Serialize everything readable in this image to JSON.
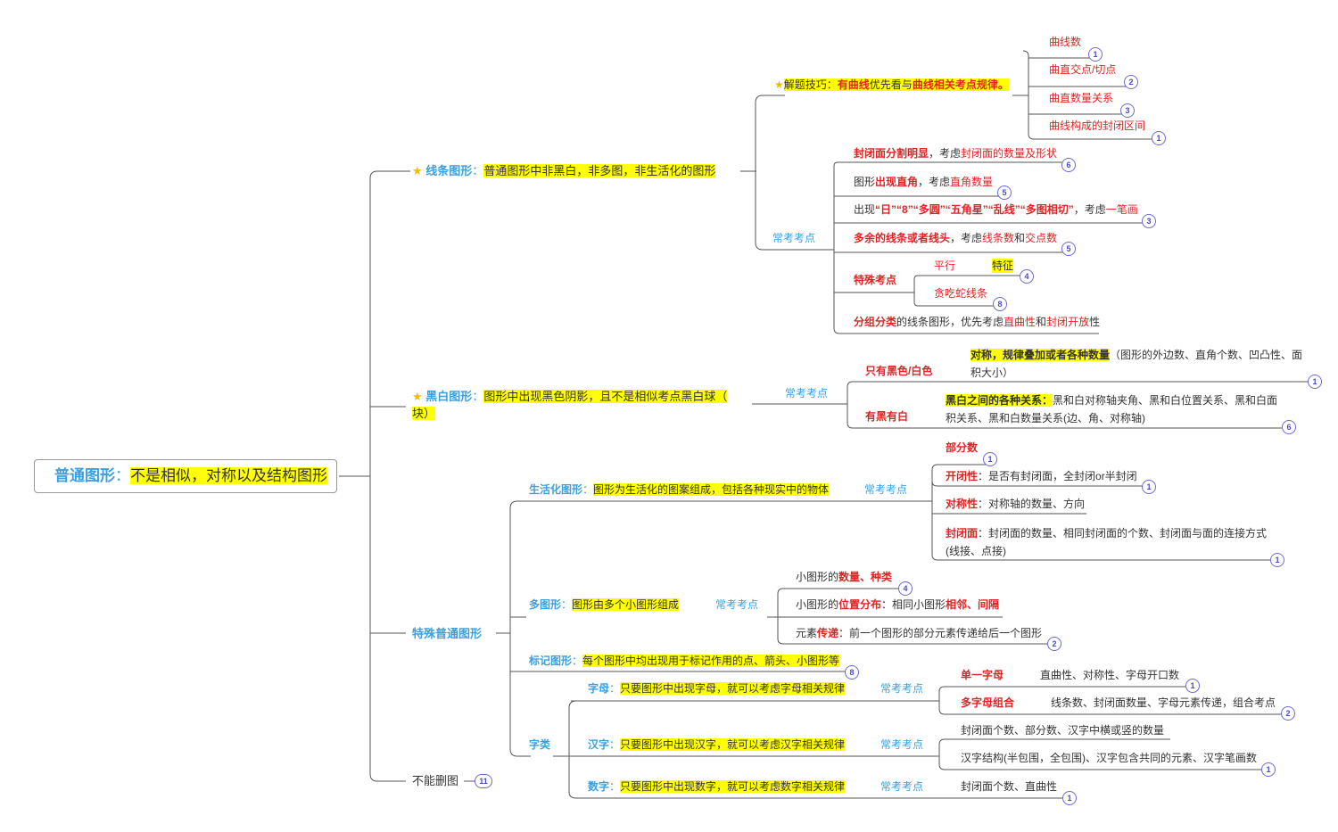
{
  "root": {
    "label": "普通图形",
    "sep": "：",
    "desc": "不是相似，对称以及结构图形"
  },
  "line": {
    "star": "★",
    "label": "线条图形",
    "sep": "：",
    "desc": "普通图形中非黑白，非多图，非生活化的图形",
    "tip": {
      "pre": "解题技巧：",
      "a": "有曲线",
      "b": "优先看与",
      "c": "曲线相关考点规律。"
    },
    "curves": [
      {
        "text": "曲线数",
        "badge": "1"
      },
      {
        "text": "曲直交点/切点",
        "badge": "2"
      },
      {
        "text": "曲直数量关系",
        "badge": "3"
      },
      {
        "text": "曲线构成的封闭区间",
        "badge": "1"
      }
    ],
    "common": "常考考点",
    "points": {
      "p1": {
        "a": "封闭面分割明显",
        "b": "，考虑",
        "c": "封闭面的数量及形状",
        "badge": "6"
      },
      "p2": {
        "a": "图形",
        "b": "出现直角",
        "c": "，考虑",
        "d": "直角数量",
        "badge": "5"
      },
      "p3": {
        "a": "出现",
        "b": "“日”“8”“多圆”“五角星”“乱线”“多图相切”",
        "c": "，考虑",
        "d": "一笔画",
        "badge": "3"
      },
      "p4": {
        "a": "多余的线条或者线头",
        "b": "，考虑",
        "c": "线条数",
        "d": "和",
        "e": "交点数",
        "badge": "5"
      },
      "p5": {
        "label": "特殊考点",
        "a": "平行",
        "b": "特征",
        "badge_b": "4",
        "c": "贪吃蛇线条",
        "badge_c": "8"
      },
      "p6": {
        "a": "分组分类",
        "b": "的线条图形，优先考虑",
        "c": "直曲性",
        "d": "和",
        "e": "封闭开放",
        "f": "性"
      }
    }
  },
  "bw": {
    "star": "★",
    "label": "黑白图形",
    "sep": "：",
    "desc1": "图形中出现黑色阴影，且不是相似考点黑白球（",
    "desc2": "块）",
    "common": "常考考点",
    "only": {
      "label": "只有黑色/白色",
      "hl": "对称，规律叠加或者各种数量",
      "rest1": "（图形的外边数、直角个数、凹凸性、面",
      "rest2": "积大小）",
      "badge": "1"
    },
    "both": {
      "label": "有黑有白",
      "hl": "黑白之间的各种关系：",
      "rest1": "黑和白对称轴夹角、黑和白位置关系、黑和白面",
      "rest2": "积关系、黑和白数量关系(边、角、对称轴)",
      "badge": "6"
    }
  },
  "special": {
    "label": "特殊普通图形",
    "life": {
      "label": "生活化图形",
      "sep": "：",
      "desc": "图形为生活化的图案组成，包括各种现实中的物体",
      "common": "常考考点",
      "parts": {
        "label": "部分数",
        "badge": "1"
      },
      "open": {
        "label": "开闭性",
        "rest": "：是否有封闭面，全封闭or半封闭",
        "badge": "1"
      },
      "sym": {
        "label": "对称性",
        "rest": "：对称轴的数量、方向"
      },
      "closed": {
        "label": "封闭面",
        "rest1": "：封闭面的数量、相同封闭面的个数、封闭面与面的连接方式",
        "rest2": "(线接、点接)",
        "badge": "1"
      }
    },
    "multi": {
      "label": "多图形",
      "sep": "：",
      "desc": "图形由多个小图形组成",
      "common": "常考考点",
      "i1": {
        "a": "小图形的",
        "b": "数量、种类",
        "badge": "4"
      },
      "i2": {
        "a": "小图形的",
        "b": "位置分布",
        "c": "：相同小图形",
        "d": "相邻、间隔"
      },
      "i3": {
        "a": "元素",
        "b": "传递",
        "c": "：前一个图形的部分元素传递给后一个图形",
        "badge": "2"
      }
    },
    "mark": {
      "label": "标记图形",
      "sep": "：",
      "desc": "每个图形中均出现用于标记作用的点、箭头、小图形等",
      "badge": "8"
    },
    "chars": {
      "label": "字类",
      "letter": {
        "label": "字母",
        "sep": "：",
        "desc": "只要图形中出现字母，就可以考虑字母相关规律",
        "common": "常考考点",
        "single": {
          "label": "单一字母",
          "rest": "直曲性、对称性、字母开口数",
          "badge": "1"
        },
        "multi": {
          "label": "多字母组合",
          "rest": "线条数、封闭面数量、字母元素传递，组合考点",
          "badge": "2"
        }
      },
      "han": {
        "label": "汉字",
        "sep": "：",
        "desc": "只要图形中出现汉字，就可以考虑汉字相关规律",
        "common": "常考考点",
        "a": "封闭面个数、部分数、汉字中横或竖的数量",
        "b": "汉字结构(半包围，全包围)、汉字包含共同的元素、汉字笔画数",
        "badge": "1"
      },
      "num": {
        "label": "数字",
        "sep": "：",
        "desc": "只要图形中出现数字，就可以考虑数字相关规律",
        "common": "常考考点",
        "a": "封闭面个数、直曲性",
        "badge": "1"
      }
    }
  },
  "cannot": {
    "label": "不能删图",
    "badge": "11"
  }
}
